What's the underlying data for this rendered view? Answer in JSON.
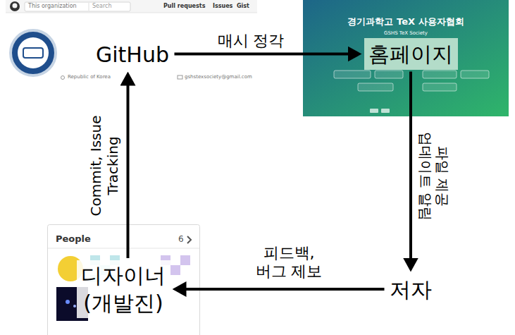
{
  "diagram": {
    "nodes": [
      {
        "text": [
          "GitHub"
        ]
      },
      {
        "text": [
          "홈페이지"
        ]
      },
      {
        "text": [
          "저자"
        ]
      },
      {
        "text": [
          "디자이너 (개발진)"
        ]
      }
    ],
    "edges": [
      {
        "from": 0,
        "to": 1,
        "arrow": "to",
        "label": "매시 정각"
      },
      {
        "from": 1,
        "to": 2,
        "arrow": "to",
        "label": "파일 제공 업데이트 알림"
      },
      {
        "from": 2,
        "to": 3,
        "arrow": "to",
        "label": "피드백, 버그 제보"
      },
      {
        "from": 3,
        "to": 0,
        "arrow": "to",
        "label": "Commit, Issue Tracking"
      }
    ],
    "labels": [
      "This organization",
      "Search",
      "Pull requests",
      "Issues",
      "Gist",
      "경기과학고 TeX 사용자협회",
      "GSHS TeX Society",
      "Republic of Korea",
      "gshstexsociety@gmail.com",
      "People",
      "6"
    ]
  }
}
